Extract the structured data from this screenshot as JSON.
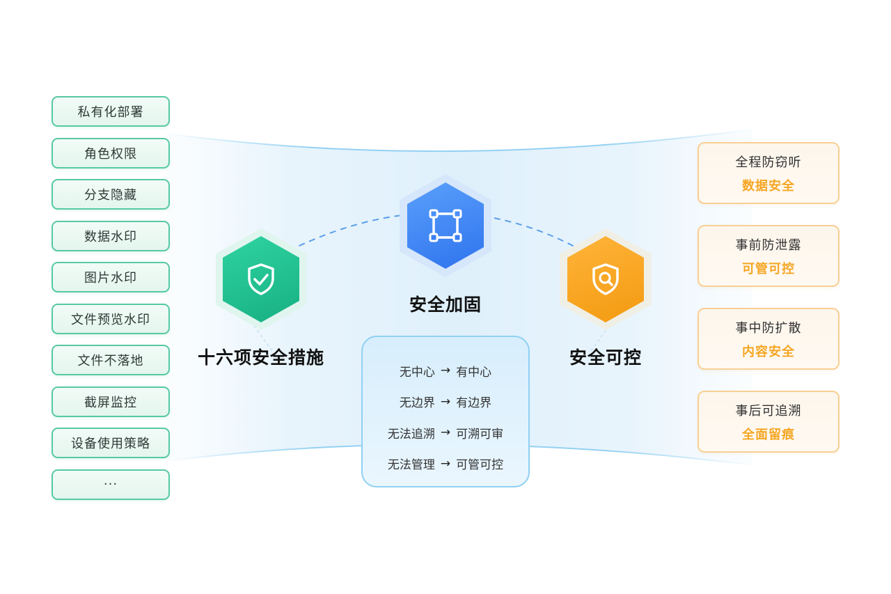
{
  "left_items": [
    "私有化部署",
    "角色权限",
    "分支隐藏",
    "数据水印",
    "图片水印",
    "文件预览水印",
    "文件不落地",
    "截屏监控",
    "设备使用策略",
    "···"
  ],
  "nodes": {
    "left": {
      "label": "十六项安全措施",
      "icon": "shield-check-icon",
      "color": "#22c08f"
    },
    "center": {
      "label": "安全加固",
      "icon": "frame-select-icon",
      "color": "#3d86f5"
    },
    "right": {
      "label": "安全可控",
      "icon": "shield-search-icon",
      "color": "#f7a21b"
    }
  },
  "transforms": [
    {
      "from": "无中心",
      "to": "有中心"
    },
    {
      "from": "无边界",
      "to": "有边界"
    },
    {
      "from": "无法追溯",
      "to": "可溯可审"
    },
    {
      "from": "无法管理",
      "to": "可管可控"
    }
  ],
  "arrow_glyph": "→",
  "right_cards": [
    {
      "title": "全程防窃听",
      "subtitle": "数据安全"
    },
    {
      "title": "事前防泄露",
      "subtitle": "可管可控"
    },
    {
      "title": "事中防扩散",
      "subtitle": "内容安全"
    },
    {
      "title": "事后可追溯",
      "subtitle": "全面留痕"
    }
  ]
}
